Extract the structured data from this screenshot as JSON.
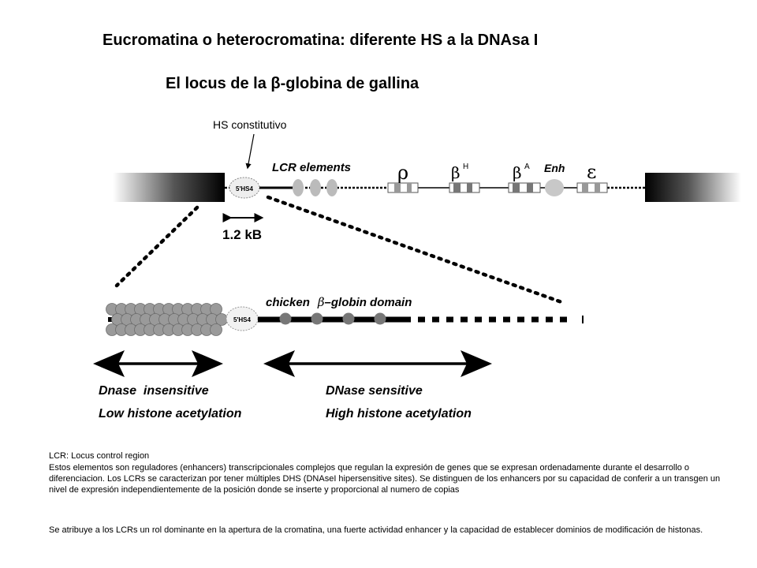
{
  "title": "Eucromatina o heterocromatina: diferente HS a la DNAsa I",
  "subtitle": "El locus de la β-globina de gallina",
  "callout": "HS constitutivo",
  "top_diagram": {
    "hs_label": "5'HS4",
    "lcr_label": "LCR elements",
    "genes": [
      "ρ",
      "β",
      "β",
      "ε"
    ],
    "gene_superscripts": [
      "",
      "H",
      "A",
      ""
    ],
    "enhancer_label": "Enh",
    "scale_label": "1.2 kB"
  },
  "bottom_diagram": {
    "hs_label": "5'HS4",
    "domain_word1": "chicken",
    "domain_beta": "β",
    "domain_word2": "–globin domain"
  },
  "regions": {
    "left_line1": "Dnase  insensitive",
    "left_line2": "Low histone acetylation",
    "right_line1": "DNase sensitive",
    "right_line2": "High histone acetylation"
  },
  "notes": {
    "lcr_def": "LCR: Locus control region",
    "paragraph1": "Estos elementos son reguladores (enhancers) transcripcionales complejos que regulan la expresión de genes que se expresan ordenadamente durante el desarrollo o diferenciacion. Los LCRs se caracterizan por tener múltiples DHS (DNAseI hipersensitive sites). Se distinguen de los enhancers por su capacidad de conferir a un transgen un nivel de expresión independientemente de la posición donde se inserte y proporcional al numero de copias",
    "paragraph2": "Se atribuye a los LCRs un rol dominante en la apertura de la cromatina, una fuerte actividad enhancer y la capacidad de establecer dominios de modificación de histonas."
  },
  "colors": {
    "ink": "#000000",
    "blob_gray": "#b8b8b8",
    "nucleosome_gray": "#999999",
    "dark_blob": "#777777"
  }
}
